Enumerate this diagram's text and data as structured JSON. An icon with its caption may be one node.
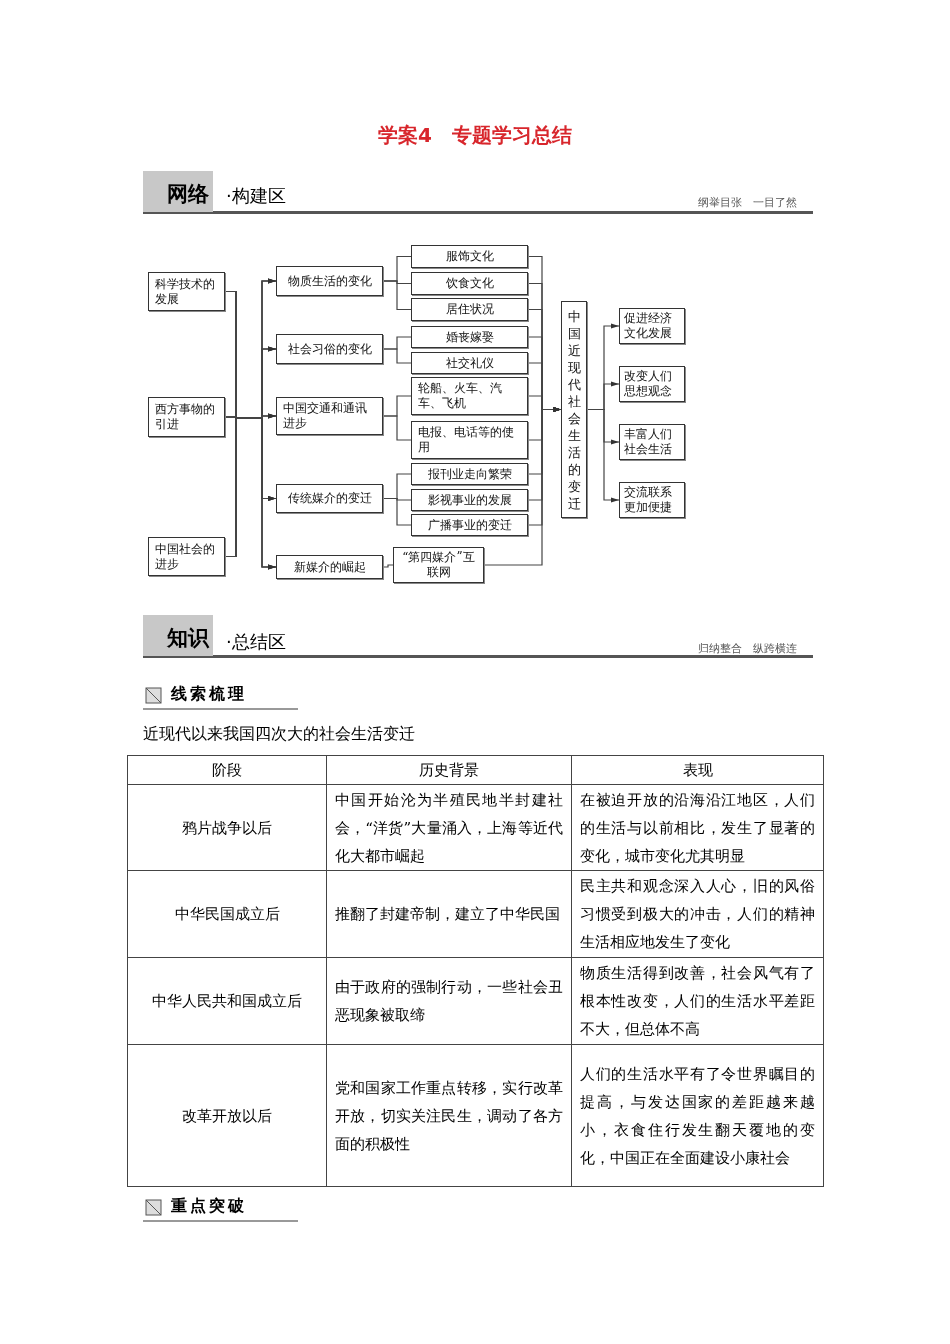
{
  "diagram": {
    "title": "学案4　专题学习总结",
    "nodes": [
      {
        "text": [
          "科学技术的发展"
        ]
      },
      {
        "text": [
          "西方事物的引进"
        ]
      },
      {
        "text": [
          "中国社会的进步"
        ]
      },
      {
        "text": [
          "物质生活的变化"
        ]
      },
      {
        "text": [
          "社会习俗的变化"
        ]
      },
      {
        "text": [
          "中国交通和通讯进步"
        ]
      },
      {
        "text": [
          "传统媒介的变迁"
        ]
      },
      {
        "text": [
          "新媒介的崛起"
        ]
      },
      {
        "text": [
          "服饰文化"
        ]
      },
      {
        "text": [
          "饮食文化"
        ]
      },
      {
        "text": [
          "居住状况"
        ]
      },
      {
        "text": [
          "婚丧嫁娶"
        ]
      },
      {
        "text": [
          "社交礼仪"
        ]
      },
      {
        "text": [
          "轮船、火车、汽车、飞机"
        ]
      },
      {
        "text": [
          "电报、电话等的使用"
        ]
      },
      {
        "text": [
          "报刊业走向繁荣"
        ]
      },
      {
        "text": [
          "影视事业的发展"
        ]
      },
      {
        "text": [
          "广播事业的变迁"
        ]
      },
      {
        "text": [
          "“第四媒介”互联网"
        ]
      },
      {
        "text": [
          "中国近现代社会生活的变迁"
        ]
      },
      {
        "text": [
          "促进经济文化发展"
        ]
      },
      {
        "text": [
          "改变人们思想观念"
        ]
      },
      {
        "text": [
          "丰富人们社会生活"
        ]
      },
      {
        "text": [
          "交流联系更加便捷"
        ]
      }
    ],
    "edges": [
      {
        "from": 0,
        "to": 3,
        "arrow": "to"
      },
      {
        "from": 0,
        "to": 4,
        "arrow": "to"
      },
      {
        "from": 0,
        "to": 5,
        "arrow": "to"
      },
      {
        "from": 0,
        "to": 6,
        "arrow": "to"
      },
      {
        "from": 0,
        "to": 7,
        "arrow": "to"
      },
      {
        "from": 1,
        "to": 3,
        "arrow": "to"
      },
      {
        "from": 1,
        "to": 4,
        "arrow": "to"
      },
      {
        "from": 1,
        "to": 5,
        "arrow": "to"
      },
      {
        "from": 1,
        "to": 6,
        "arrow": "to"
      },
      {
        "from": 1,
        "to": 7,
        "arrow": "to"
      },
      {
        "from": 2,
        "to": 3,
        "arrow": "to"
      },
      {
        "from": 2,
        "to": 4,
        "arrow": "to"
      },
      {
        "from": 2,
        "to": 5,
        "arrow": "to"
      },
      {
        "from": 2,
        "to": 6,
        "arrow": "to"
      },
      {
        "from": 2,
        "to": 7,
        "arrow": "to"
      },
      {
        "from": 3,
        "to": 8,
        "arrow": "none"
      },
      {
        "from": 3,
        "to": 9,
        "arrow": "none"
      },
      {
        "from": 3,
        "to": 10,
        "arrow": "none"
      },
      {
        "from": 4,
        "to": 11,
        "arrow": "none"
      },
      {
        "from": 4,
        "to": 12,
        "arrow": "none"
      },
      {
        "from": 5,
        "to": 13,
        "arrow": "none"
      },
      {
        "from": 5,
        "to": 14,
        "arrow": "none"
      },
      {
        "from": 6,
        "to": 15,
        "arrow": "none"
      },
      {
        "from": 6,
        "to": 16,
        "arrow": "none"
      },
      {
        "from": 6,
        "to": 17,
        "arrow": "none"
      },
      {
        "from": 7,
        "to": 18,
        "arrow": "none"
      },
      {
        "from": 8,
        "to": 19,
        "arrow": "to"
      },
      {
        "from": 9,
        "to": 19,
        "arrow": "to"
      },
      {
        "from": 10,
        "to": 19,
        "arrow": "to"
      },
      {
        "from": 11,
        "to": 19,
        "arrow": "to"
      },
      {
        "from": 12,
        "to": 19,
        "arrow": "to"
      },
      {
        "from": 13,
        "to": 19,
        "arrow": "to"
      },
      {
        "from": 14,
        "to": 19,
        "arrow": "to"
      },
      {
        "from": 15,
        "to": 19,
        "arrow": "to"
      },
      {
        "from": 16,
        "to": 19,
        "arrow": "to"
      },
      {
        "from": 17,
        "to": 19,
        "arrow": "to"
      },
      {
        "from": 18,
        "to": 19,
        "arrow": "to"
      },
      {
        "from": 19,
        "to": 20,
        "arrow": "to"
      },
      {
        "from": 19,
        "to": 21,
        "arrow": "to"
      },
      {
        "from": 19,
        "to": 22,
        "arrow": "to"
      },
      {
        "from": 19,
        "to": 23,
        "arrow": "to"
      }
    ],
    "labels": [
      "网络",
      "·构建区",
      "纲举目张　一目了然",
      "知识",
      "·总结区",
      "归纳整合　纵跨横连",
      "线索梳理",
      "近现代以来我国四次大的社会生活变迁",
      "阶段",
      "历史背景",
      "表现",
      "鸦片战争以后",
      "中国开始沦为半殖民地半封建社会，“洋货”大量涌入，上海等近代化大都市崛起",
      "在被迫开放的沿海沿江地区，人们的生活与以前相比，发生了显著的变化，城市变化尤其明显",
      "中华民国成立后",
      "推翻了封建帝制，建立了中华民国",
      "民主共和观念深入人心，旧的风俗习惯受到极大的冲击，人们的精神生活相应地发生了变化",
      "中华人民共和国成立后",
      "由于政府的强制行动，一些社会丑恶现象被取缔",
      "物质生活得到改善，社会风气有了根本性改变，人们的生活水平差距不大，但总体不高",
      "改革开放以后",
      "党和国家工作重点转移，实行改革开放，切实关注民生，调动了各方面的积极性",
      "人们的生活水平有了令世界瞩目的提高，与发达国家的差距越来越小，衣食住行发生翻天覆地的变化，中国正在全面建设小康社会",
      "重点突破"
    ]
  }
}
